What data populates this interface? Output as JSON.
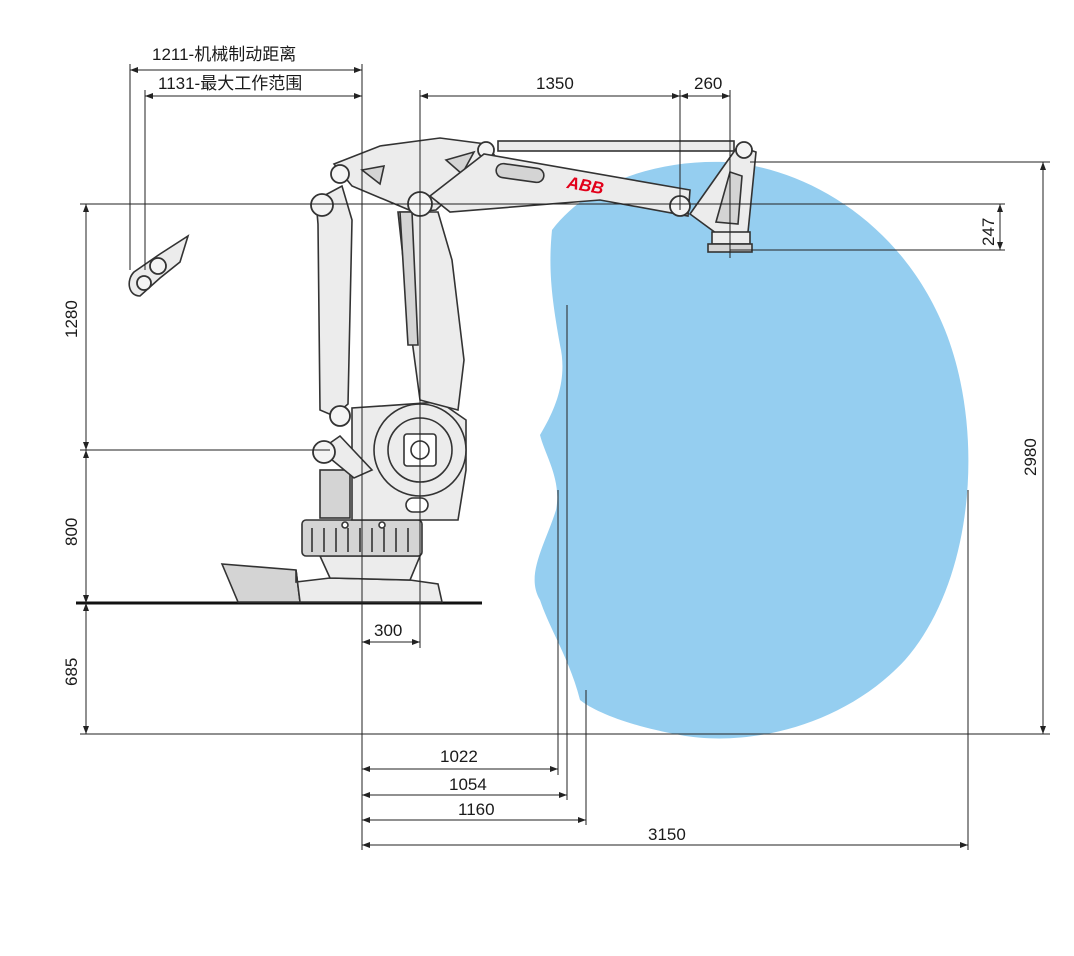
{
  "brand": {
    "logo_text": "ABB",
    "logo_color": "#e2001a"
  },
  "colors": {
    "workspace": "#95cef0",
    "lines": "#222222",
    "robot_body": "#ececec"
  },
  "labels": {
    "brake_distance": "1211-机械制动距离",
    "max_working_range": "1131-最大工作范围",
    "top_reach": "1350",
    "wrist_offset": "260",
    "flange_height": "247",
    "upper_height": "1280",
    "base_height": "800",
    "below_floor": "685",
    "total_height": "2980",
    "base_offset": "300",
    "inner_reach_1": "1022",
    "inner_reach_2": "1054",
    "inner_reach_3": "1160",
    "max_reach": "3150"
  }
}
